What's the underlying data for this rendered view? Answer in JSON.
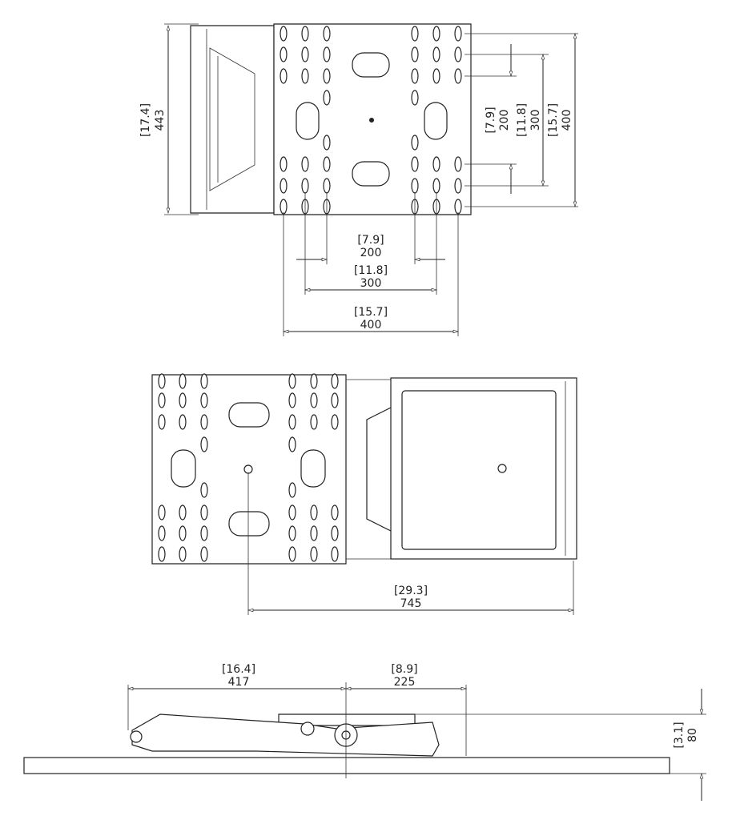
{
  "top_view": {
    "overall_height": {
      "inch": "[17.4]",
      "mm": "443"
    },
    "vertical_dims": [
      {
        "inch": "[7.9]",
        "mm": "200"
      },
      {
        "inch": "[11.8]",
        "mm": "300"
      },
      {
        "inch": "[15.7]",
        "mm": "400"
      }
    ],
    "horizontal_dims": [
      {
        "inch": "[7.9]",
        "mm": "200"
      },
      {
        "inch": "[11.8]",
        "mm": "300"
      },
      {
        "inch": "[15.7]",
        "mm": "400"
      }
    ]
  },
  "middle_view": {
    "extension": {
      "inch": "[29.3]",
      "mm": "745"
    }
  },
  "side_view": {
    "left_reach": {
      "inch": "[16.4]",
      "mm": "417"
    },
    "right_reach": {
      "inch": "[8.9]",
      "mm": "225"
    },
    "depth": {
      "inch": "[3.1]",
      "mm": "80"
    }
  }
}
